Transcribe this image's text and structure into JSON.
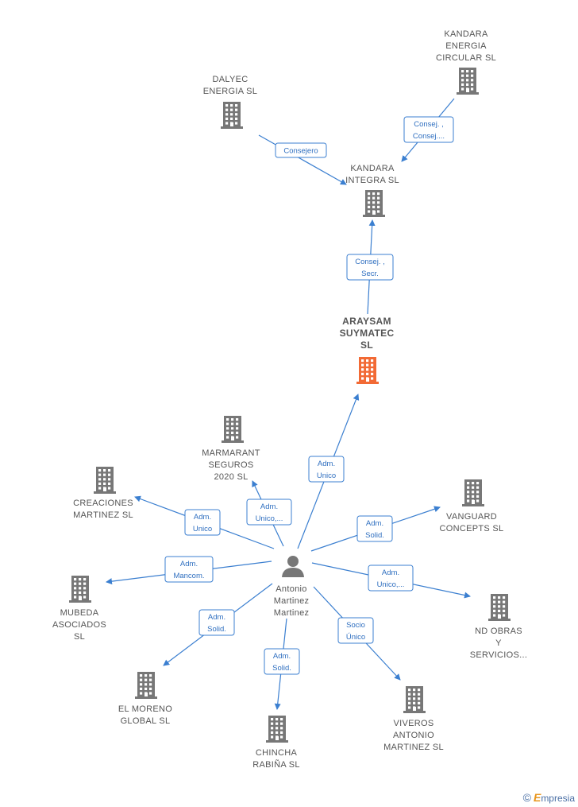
{
  "nodes": [
    {
      "id": "kandara_circular",
      "lines": [
        "KANDARA",
        "ENERGIA",
        "CIRCULAR  SL"
      ],
      "type": "company"
    },
    {
      "id": "dalyec",
      "lines": [
        "DALYEC",
        "ENERGIA  SL"
      ],
      "type": "company"
    },
    {
      "id": "kandara_integra",
      "lines": [
        "KANDARA",
        "INTEGRA  SL"
      ],
      "type": "company"
    },
    {
      "id": "araysam",
      "lines": [
        "ARAYSAM",
        "SUYMATEC",
        "SL"
      ],
      "type": "company",
      "focus": true
    },
    {
      "id": "marmarant",
      "lines": [
        "MARMARANT",
        "SEGUROS",
        "2020  SL"
      ],
      "type": "company"
    },
    {
      "id": "creaciones",
      "lines": [
        "CREACIONES",
        "MARTINEZ  SL"
      ],
      "type": "company"
    },
    {
      "id": "vanguard",
      "lines": [
        "VANGUARD",
        "CONCEPTS SL"
      ],
      "type": "company"
    },
    {
      "id": "antonio",
      "lines": [
        "Antonio",
        "Martinez",
        "Martinez"
      ],
      "type": "person"
    },
    {
      "id": "mubeda",
      "lines": [
        "MUBEDA",
        "ASOCIADOS",
        "SL"
      ],
      "type": "company"
    },
    {
      "id": "nd_obras",
      "lines": [
        "ND OBRAS",
        "Y",
        "SERVICIOS..."
      ],
      "type": "company"
    },
    {
      "id": "el_moreno",
      "lines": [
        "EL MORENO",
        "GLOBAL  SL"
      ],
      "type": "company"
    },
    {
      "id": "viveros",
      "lines": [
        "VIVEROS",
        "ANTONIO",
        "MARTINEZ  SL"
      ],
      "type": "company"
    },
    {
      "id": "chincha",
      "lines": [
        "CHINCHA",
        "RABIÑA  SL"
      ],
      "type": "company"
    }
  ],
  "edges": [
    {
      "from": "kandara_circular",
      "to": "kandara_integra",
      "label": [
        "Consej. ,",
        "Consej...."
      ]
    },
    {
      "from": "dalyec",
      "to": "kandara_integra",
      "label": [
        "Consejero"
      ]
    },
    {
      "from": "araysam",
      "to": "kandara_integra",
      "label": [
        "Consej. ,",
        "Secr."
      ]
    },
    {
      "from": "antonio",
      "to": "araysam",
      "label": [
        "Adm.",
        "Unico"
      ]
    },
    {
      "from": "antonio",
      "to": "marmarant",
      "label": [
        "Adm.",
        "Unico,..."
      ]
    },
    {
      "from": "antonio",
      "to": "creaciones",
      "label": [
        "Adm.",
        "Unico"
      ]
    },
    {
      "from": "antonio",
      "to": "vanguard",
      "label": [
        "Adm.",
        "Solid."
      ]
    },
    {
      "from": "antonio",
      "to": "mubeda",
      "label": [
        "Adm.",
        "Mancom."
      ]
    },
    {
      "from": "antonio",
      "to": "nd_obras",
      "label": [
        "Adm.",
        "Unico,..."
      ]
    },
    {
      "from": "antonio",
      "to": "el_moreno",
      "label": [
        "Adm.",
        "Solid."
      ]
    },
    {
      "from": "antonio",
      "to": "viveros",
      "label": [
        "Socio",
        "Único"
      ]
    },
    {
      "from": "antonio",
      "to": "chincha",
      "label": [
        "Adm.",
        "Solid."
      ]
    }
  ],
  "colors": {
    "edge": "#3b7fd0",
    "company_icon": "#777777",
    "focus_icon": "#f26a35",
    "person_icon": "#777777"
  },
  "brand": {
    "copyright": "©",
    "name": "mpresia",
    "initial": "E"
  }
}
